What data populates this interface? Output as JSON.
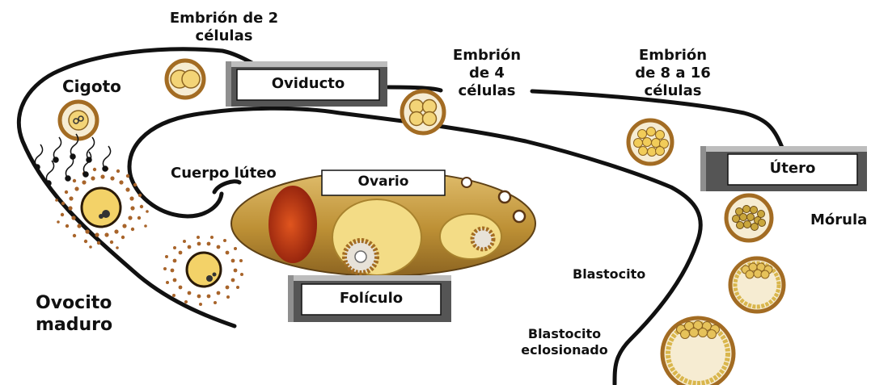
{
  "stages": {
    "two_cell_embryo": [
      "Embrión de 2",
      "células"
    ],
    "zygote": "Cigoto",
    "four_cell_embryo": [
      "Embrión",
      "de 4",
      "células"
    ],
    "eight_sixteen_embryo": [
      "Embrión",
      "de 8 a 16",
      "células"
    ],
    "corpus_luteum": "Cuerpo lúteo",
    "morula": "Mórula",
    "blastocyst": "Blastocito",
    "hatched_blastocyst": [
      "Blastocito",
      "eclosionado"
    ],
    "mature_oocyte": [
      "Ovocito",
      "maduro"
    ]
  },
  "boxes": {
    "oviduct": "Oviducto",
    "uterus": "Útero",
    "ovary": "Ovario",
    "follicle": "Folículo"
  }
}
